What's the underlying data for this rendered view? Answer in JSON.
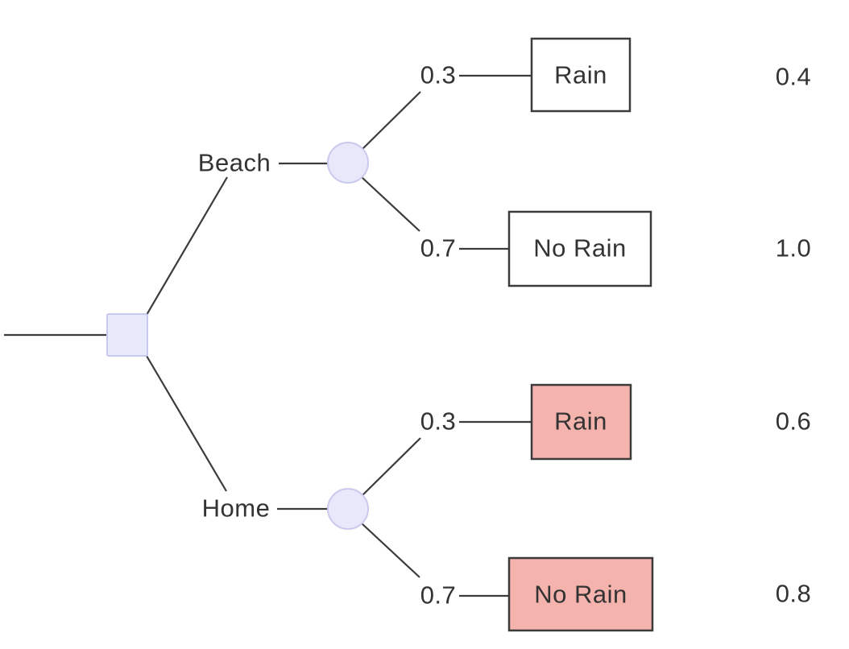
{
  "diagram": {
    "type": "decision-tree",
    "background": "#FFFFFF",
    "colors": {
      "edge": "#3B3B3B",
      "text": "#333333",
      "node_fill": "#E8E8FB",
      "node_border": "#C9C9EE",
      "terminal_fill_plain": "#FFFFFF",
      "terminal_fill_highlight": "#F5B3AD",
      "terminal_border": "#3B3B3B"
    },
    "root_node": {
      "shape": "square",
      "node_type": "decision"
    },
    "branches": [
      {
        "label": "Beach",
        "chance_node": {
          "shape": "circle",
          "node_type": "chance"
        },
        "outcomes": [
          {
            "probability": "0.3",
            "outcome": "Rain",
            "value": "0.4",
            "highlighted": false
          },
          {
            "probability": "0.7",
            "outcome": "No Rain",
            "value": "1.0",
            "highlighted": false
          }
        ]
      },
      {
        "label": "Home",
        "chance_node": {
          "shape": "circle",
          "node_type": "chance"
        },
        "outcomes": [
          {
            "probability": "0.3",
            "outcome": "Rain",
            "value": "0.6",
            "highlighted": true
          },
          {
            "probability": "0.7",
            "outcome": "No Rain",
            "value": "0.8",
            "highlighted": true
          }
        ]
      }
    ]
  }
}
